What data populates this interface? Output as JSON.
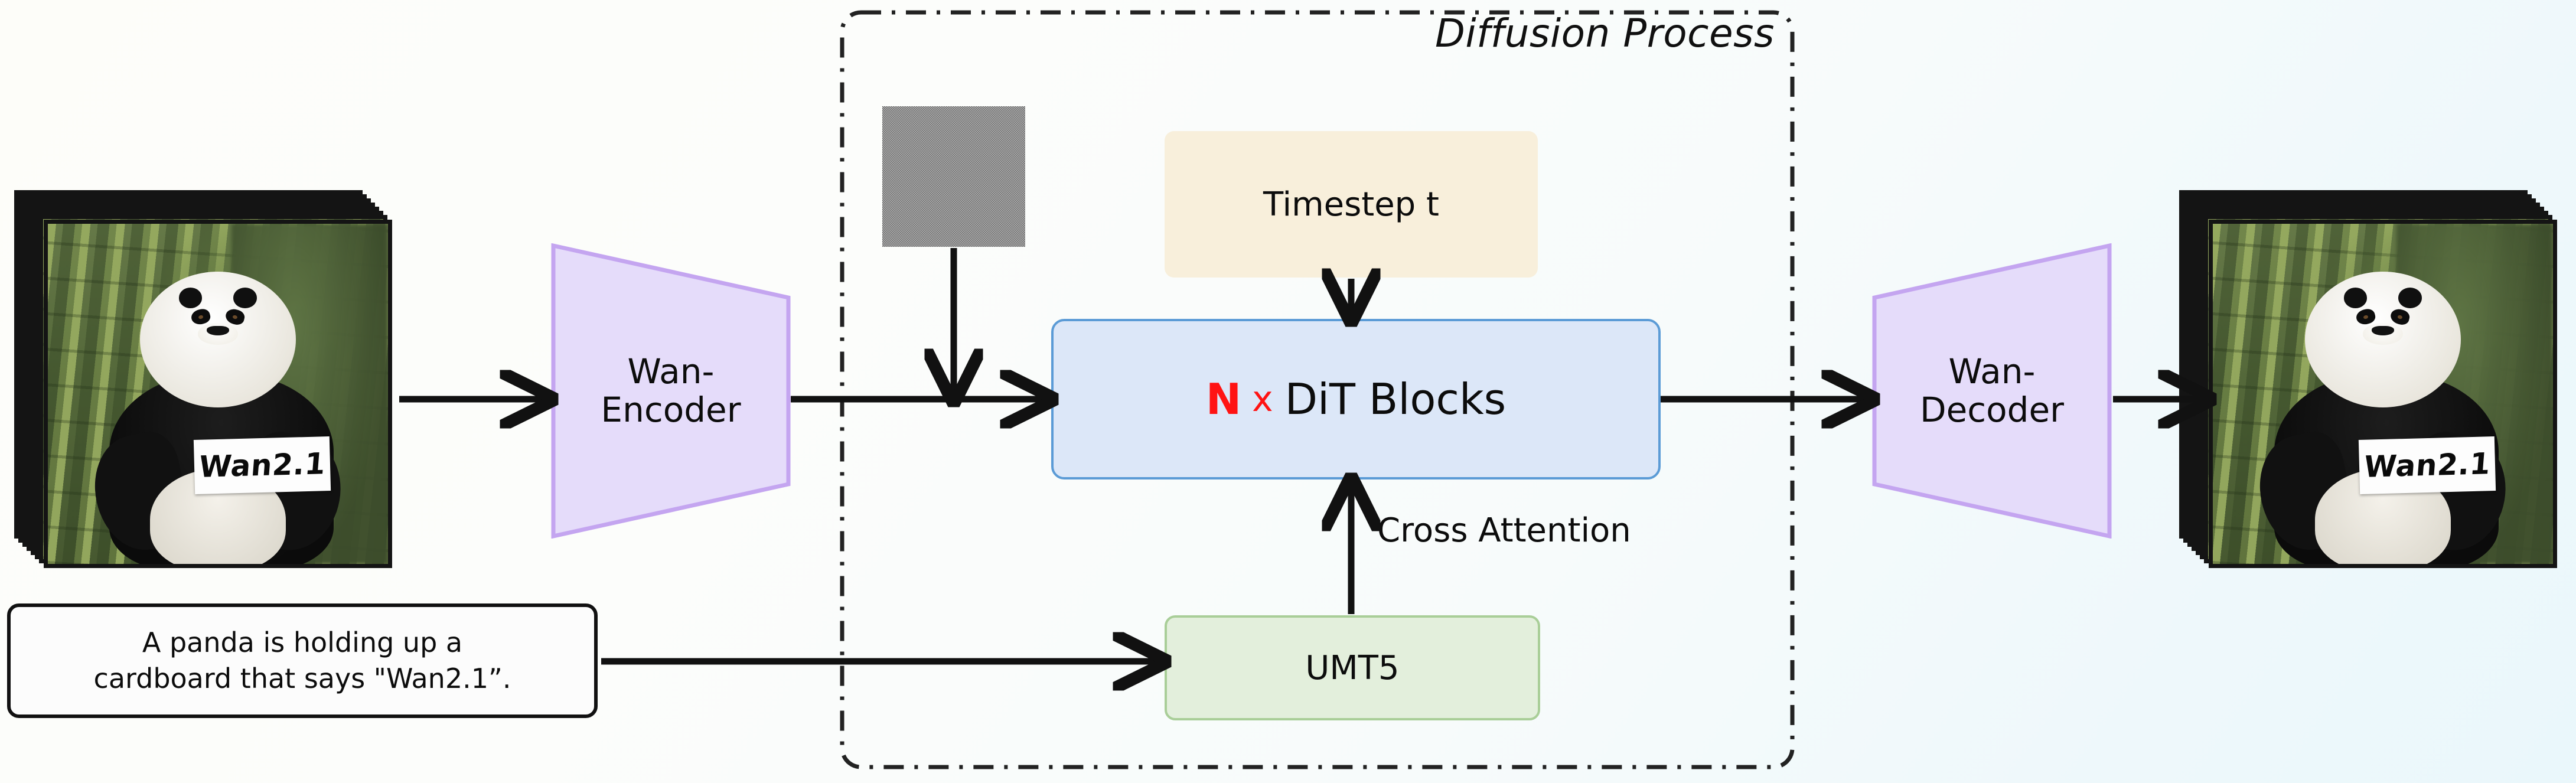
{
  "diagram": {
    "title": "Wan2.1 diffusion video generation pipeline",
    "region_label": "Diffusion Process",
    "background_gradient": [
      "#fdfdf9",
      "#eaf7fb"
    ]
  },
  "input_video": {
    "name": "input-video-frames",
    "sign_text": "Wan2.1",
    "frame_count": 8,
    "caption": ""
  },
  "output_video": {
    "name": "output-video-frames",
    "sign_text": "Wan2.1",
    "frame_count": 8,
    "caption": ""
  },
  "prompt": {
    "text": "A panda is holding up a\ncardboard that says \"Wan2.1”.",
    "border_color": "#111111",
    "fill_color": "#fcfcfc"
  },
  "encoder": {
    "label": "Wan-\nEncoder",
    "fill_color": "#e5dcfa",
    "border_color": "#c4a5f0"
  },
  "decoder": {
    "label": "Wan-\nDecoder",
    "fill_color": "#e5dcfa",
    "border_color": "#c4a5f0"
  },
  "timestep": {
    "label": "Timestep t",
    "fill_color": "#f8efdb"
  },
  "dit": {
    "repeat_symbol": "N",
    "multiply_symbol": "x",
    "label": "DiT Blocks",
    "fill_color": "#dce7f8",
    "border_color": "#5b9bd6",
    "accent_color": "#ff1313"
  },
  "text_encoder": {
    "label": "UMT5",
    "fill_color": "#e3efdc",
    "border_color": "#a9ce98"
  },
  "edges": {
    "cross_attention_label": "Cross Attention"
  },
  "noise": {
    "label": "noise-latent-patch"
  }
}
